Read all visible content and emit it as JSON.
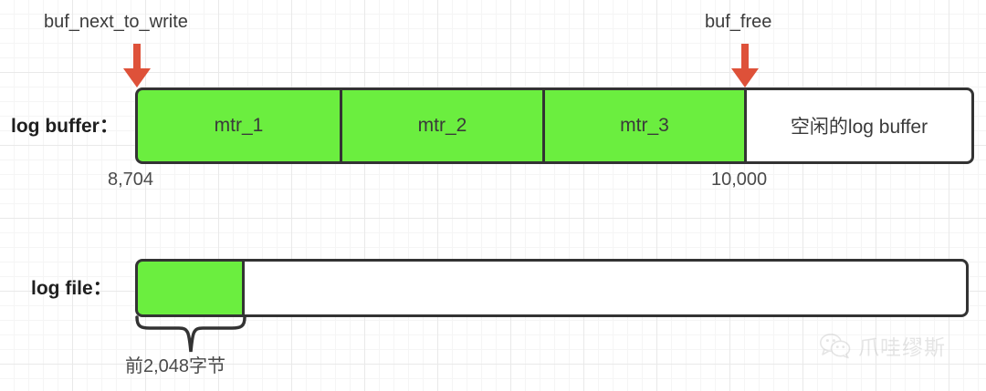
{
  "diagram": {
    "title_present": false,
    "colors": {
      "green_fill": "#6BEE3F",
      "box_stroke": "#333333",
      "arrow_red": "#DE5139",
      "grid_line": "#e9e9e9",
      "text": "#3a3a3a"
    },
    "pointers": [
      {
        "name": "buf_next_to_write",
        "label": "buf_next_to_write"
      },
      {
        "name": "buf_free",
        "label": "buf_free"
      }
    ],
    "rows": [
      {
        "name": "log-buffer",
        "label": "log buffer：",
        "segments": [
          {
            "label": "mtr_1",
            "filled": true
          },
          {
            "label": "mtr_2",
            "filled": true
          },
          {
            "label": "mtr_3",
            "filled": true
          },
          {
            "label": "空闲的log buffer",
            "filled": false
          }
        ],
        "offsets": [
          {
            "label": "8,704"
          },
          {
            "label": "10,000"
          }
        ]
      },
      {
        "name": "log-file",
        "label": "log file：",
        "segments": [
          {
            "label": "",
            "filled": true
          },
          {
            "label": "",
            "filled": false
          }
        ],
        "brace_label": "前2,048字节"
      }
    ],
    "watermark": {
      "icon": "wechat-icon",
      "text": "爪哇缪斯"
    }
  }
}
